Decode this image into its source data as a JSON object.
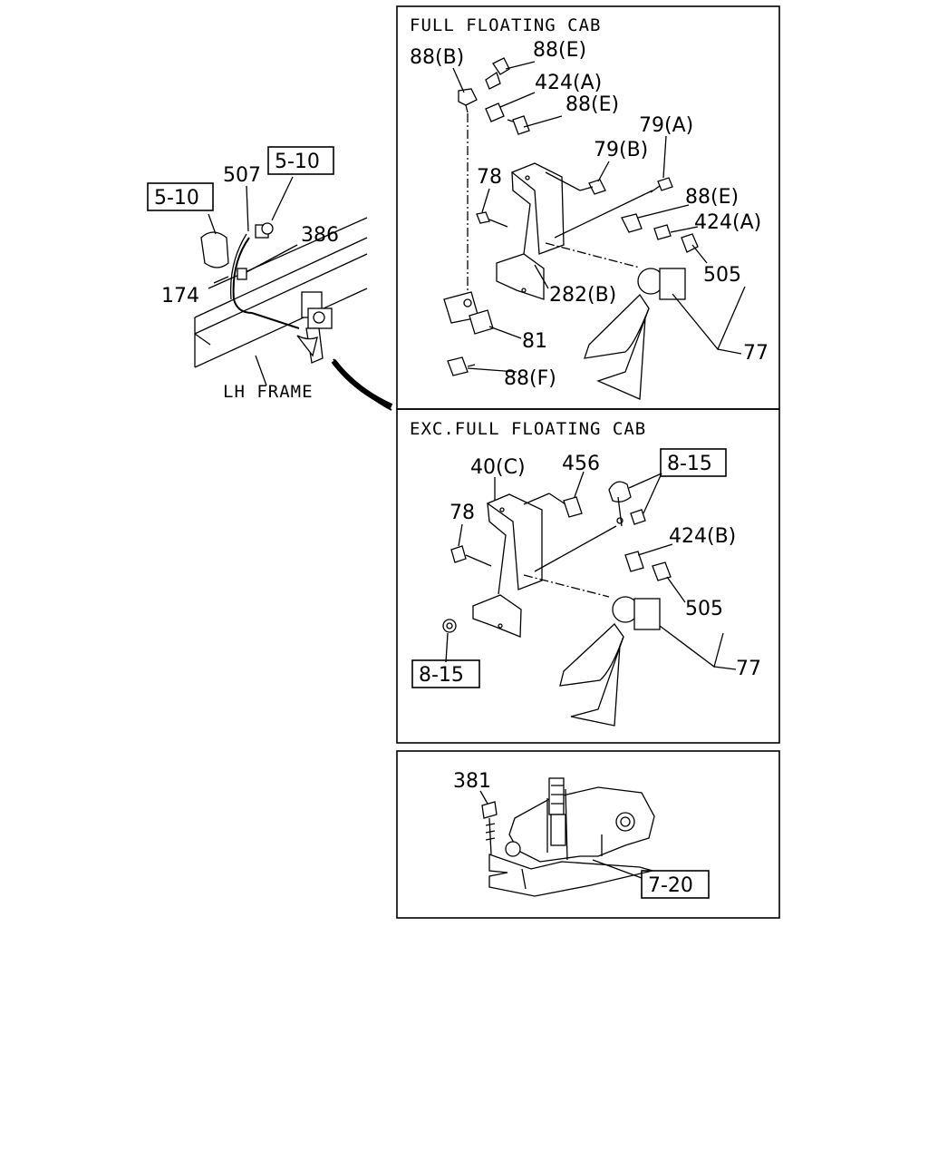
{
  "left_view": {
    "ref_a": "5-10",
    "ref_b": "5-10",
    "p507": "507",
    "p386": "386",
    "p174": "174",
    "frame_label": "LH FRAME"
  },
  "panel_full": {
    "caption": "FULL FLOATING CAB",
    "p88b": "88(B)",
    "p88e_top": "88(E)",
    "p424a_top": "424(A)",
    "p88e_mid": "88(E)",
    "p79a": "79(A)",
    "p79b": "79(B)",
    "p78": "78",
    "p88e_right": "88(E)",
    "p424a_right": "424(A)",
    "p505": "505",
    "p282b": "282(B)",
    "p81": "81",
    "p77": "77",
    "p88f": "88(F)"
  },
  "panel_exc": {
    "caption": "EXC.FULL FLOATING CAB",
    "p40c": "40(C)",
    "p456": "456",
    "ref_815_top": "8-15",
    "p78": "78",
    "p424b": "424(B)",
    "p505": "505",
    "p77": "77",
    "ref_815_bottom": "8-15"
  },
  "panel_bottom": {
    "p381": "381",
    "ref_720": "7-20"
  }
}
